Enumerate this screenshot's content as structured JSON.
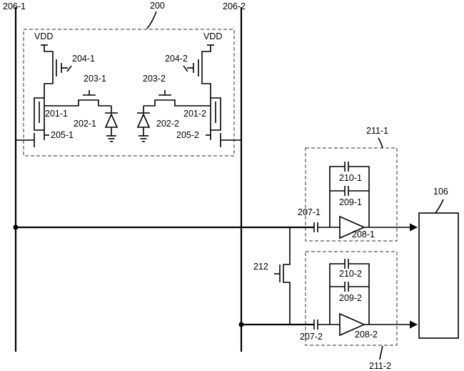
{
  "labels": {
    "bus_left": "206-1",
    "bus_right": "206-2",
    "pixel_block": "200",
    "vdd_left": "VDD",
    "vdd_right": "VDD",
    "t204_1": "204-1",
    "t204_2": "204-2",
    "t203_1": "203-1",
    "t203_2": "203-2",
    "t201_1": "201-1",
    "t201_2": "201-2",
    "pd202_1": "202-1",
    "pd202_2": "202-2",
    "t205_1": "205-1",
    "t205_2": "205-2",
    "amp_block_1": "211-1",
    "amp_block_2": "211-2",
    "cap210_1": "210-1",
    "cap209_1": "209-1",
    "cap210_2": "210-2",
    "cap209_2": "209-2",
    "cap207_1": "207-1",
    "cap207_2": "207-2",
    "amp208_1": "208-1",
    "amp208_2": "208-2",
    "switch212": "212",
    "output_block": "106"
  }
}
